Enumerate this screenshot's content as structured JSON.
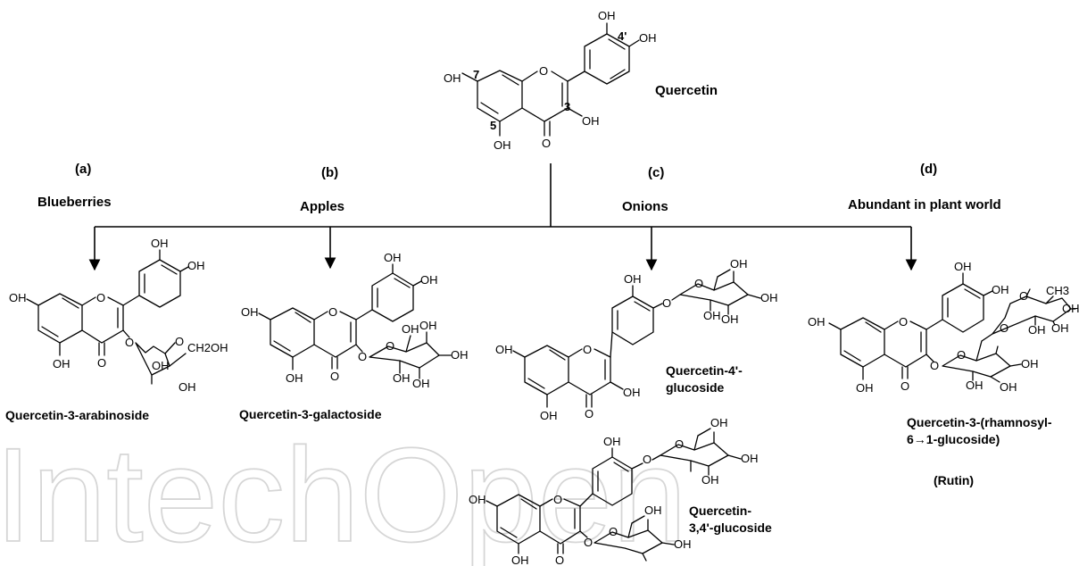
{
  "watermark": "IntechOpen",
  "parent": {
    "name": "Quercetin",
    "positions": [
      "7",
      "5",
      "3",
      "4'"
    ]
  },
  "atoms": {
    "hydroxyl": "OH",
    "oxygen": "O",
    "methyl": "CH3",
    "hydroxymethyl": "CH2OH"
  },
  "branches": [
    {
      "letter": "(a)",
      "source": "Blueberries",
      "compound": "Quercetin-3-arabinoside"
    },
    {
      "letter": "(b)",
      "source": "Apples",
      "compound": "Quercetin-3-galactoside"
    },
    {
      "letter": "(c)",
      "source": "Onions",
      "compound": "Quercetin-4'-glucoside",
      "compound_line1": "Quercetin-4'-",
      "compound_line2": "glucoside",
      "compound2": "Quercetin-3,4'-glucoside",
      "compound2_line1": "Quercetin-",
      "compound2_line2": "3,4'-glucoside"
    },
    {
      "letter": "(d)",
      "source": "Abundant in plant world",
      "compound": "Quercetin-3-(rhamnosyl-6→1-glucoside)",
      "compound_line1": "Quercetin-3-(rhamnosyl-",
      "compound_line2": "6→1-glucoside)",
      "alias": "(Rutin)"
    }
  ]
}
